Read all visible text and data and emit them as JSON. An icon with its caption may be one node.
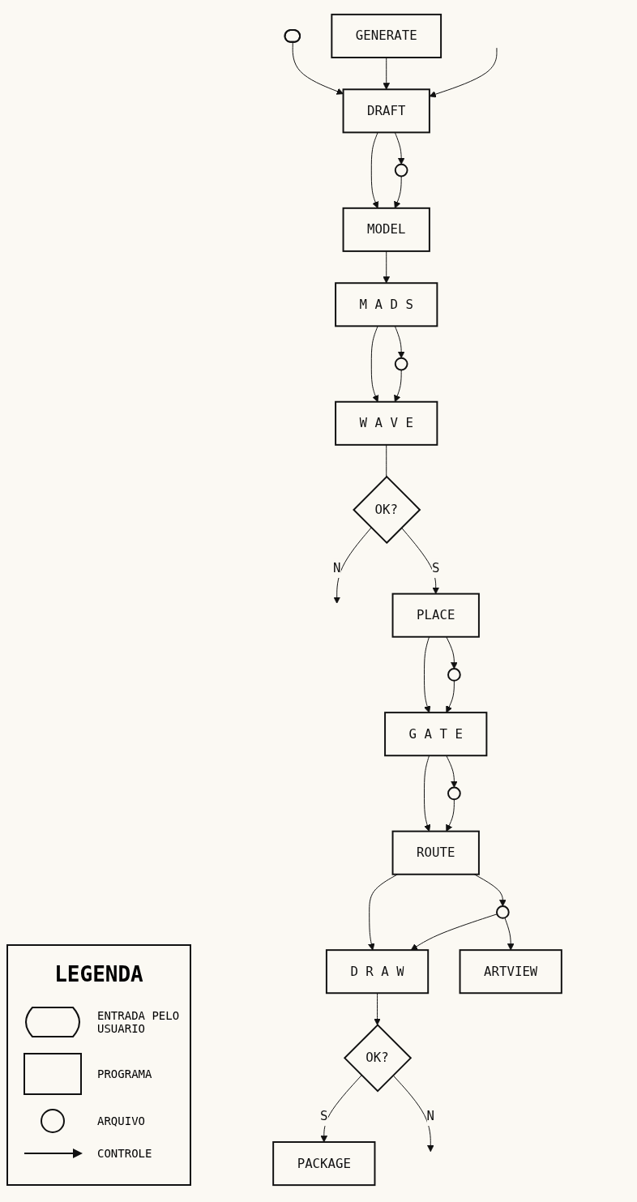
{
  "diagram": {
    "nodes": [
      {
        "text": [],
        "shape": "stadium"
      },
      {
        "text": [
          "GENERATE"
        ]
      },
      {
        "text": [
          "DRAFT"
        ]
      },
      {
        "text": [],
        "shape": "circle"
      },
      {
        "text": [
          "MODEL"
        ]
      },
      {
        "text": [
          "M A D S"
        ]
      },
      {
        "text": [],
        "shape": "circle"
      },
      {
        "text": [
          "W A V E"
        ]
      },
      {
        "text": [
          "OK?"
        ]
      },
      {
        "text": [
          "PLACE"
        ]
      },
      {
        "text": [],
        "shape": "circle"
      },
      {
        "text": [
          "G A T E"
        ]
      },
      {
        "text": [],
        "shape": "circle"
      },
      {
        "text": [
          "ROUTE"
        ]
      },
      {
        "text": [],
        "shape": "circle"
      },
      {
        "text": [
          "ARTVIEW"
        ]
      },
      {
        "text": [
          "D R A W"
        ]
      },
      {
        "text": [
          "OK?"
        ]
      },
      {
        "text": [
          "PACKAGE"
        ]
      }
    ],
    "edges": [
      {
        "from": 0,
        "to": 2,
        "arrow": "to"
      },
      {
        "from": 1,
        "to": 2,
        "arrow": "to"
      },
      {
        "from": null,
        "to": 2,
        "arrow": "to"
      },
      {
        "from": 2,
        "to": 4,
        "arrow": "to"
      },
      {
        "from": 2,
        "to": 3,
        "arrow": "to"
      },
      {
        "from": 3,
        "to": 4,
        "arrow": "to"
      },
      {
        "from": 4,
        "to": 5,
        "arrow": "to"
      },
      {
        "from": 5,
        "to": 7,
        "arrow": "to"
      },
      {
        "from": 5,
        "to": 6,
        "arrow": "to"
      },
      {
        "from": 6,
        "to": 7,
        "arrow": "to"
      },
      {
        "from": 7,
        "to": 8,
        "arrow": "none"
      },
      {
        "from": 8,
        "to": null,
        "arrow": "to",
        "label": "N"
      },
      {
        "from": 8,
        "to": 9,
        "arrow": "to",
        "label": "S"
      },
      {
        "from": 9,
        "to": 11,
        "arrow": "to"
      },
      {
        "from": 9,
        "to": 10,
        "arrow": "to"
      },
      {
        "from": 10,
        "to": 11,
        "arrow": "to"
      },
      {
        "from": 11,
        "to": 13,
        "arrow": "to"
      },
      {
        "from": 11,
        "to": 12,
        "arrow": "to"
      },
      {
        "from": 12,
        "to": 13,
        "arrow": "to"
      },
      {
        "from": 13,
        "to": 16,
        "arrow": "to"
      },
      {
        "from": 13,
        "to": 14,
        "arrow": "to"
      },
      {
        "from": 14,
        "to": 16,
        "arrow": "to"
      },
      {
        "from": 14,
        "to": 15,
        "arrow": "to"
      },
      {
        "from": 16,
        "to": 17,
        "arrow": "to"
      },
      {
        "from": 17,
        "to": 18,
        "arrow": "to",
        "label": "S"
      },
      {
        "from": 17,
        "to": null,
        "arrow": "to",
        "label": "N"
      }
    ],
    "labels": [
      "LEGENDA"
    ],
    "legend": [
      {
        "text": "ENTRADA PELO USUARIO"
      },
      {
        "text": "PROGRAMA"
      },
      {
        "text": "ARQUIVO"
      },
      {
        "text": "CONTROLE"
      }
    ]
  }
}
